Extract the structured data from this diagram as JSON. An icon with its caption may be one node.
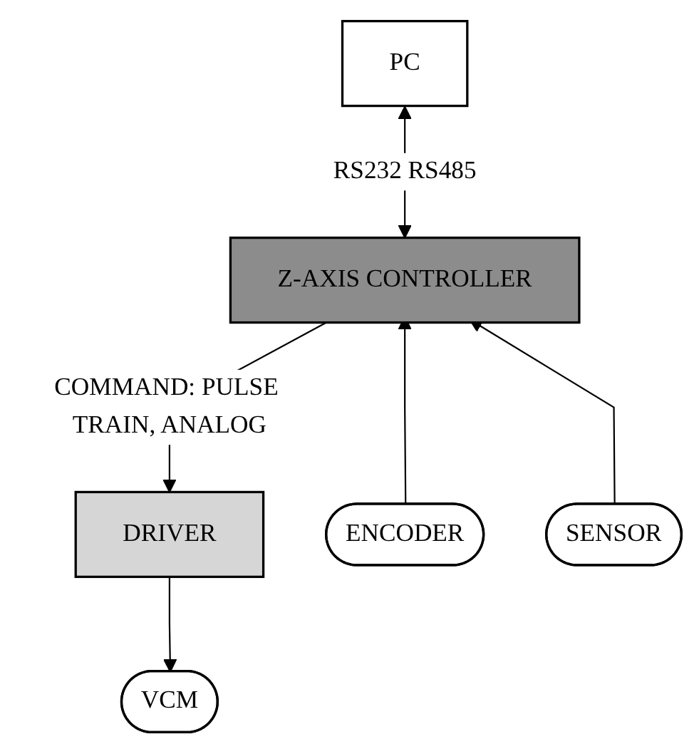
{
  "diagram": {
    "nodes": [
      {
        "text": [
          "PC"
        ]
      },
      {
        "text": [
          "Z-AXIS CONTROLLER"
        ]
      },
      {
        "text": [
          "DRIVER"
        ]
      },
      {
        "text": [
          "VCM"
        ]
      },
      {
        "text": [
          "ENCODER"
        ]
      },
      {
        "text": [
          "SENSOR"
        ]
      }
    ],
    "edges": [
      {
        "from": 0,
        "to": 1,
        "arrow": "both",
        "label": "RS232 RS485"
      },
      {
        "from": 1,
        "to": 2,
        "arrow": "to",
        "label": "COMMAND: PULSE TRAIN, ANALOG"
      },
      {
        "from": 2,
        "to": 3,
        "arrow": "to"
      },
      {
        "from": 4,
        "to": 1,
        "arrow": "to"
      },
      {
        "from": 5,
        "to": 1,
        "arrow": "to"
      }
    ]
  }
}
